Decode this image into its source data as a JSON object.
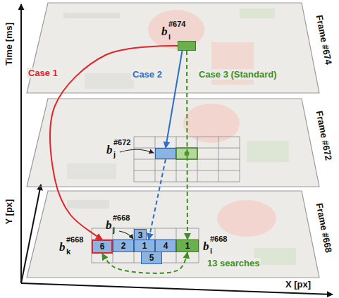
{
  "diagram": {
    "nodes": [
      {
        "text": [
          "Frame #674"
        ]
      },
      {
        "text": [
          "b",
          "i",
          "#674"
        ],
        "in": 0
      },
      {
        "text": [
          "Frame #672"
        ]
      },
      {
        "text": [
          "b",
          "j",
          "#672"
        ],
        "in": 2
      },
      {
        "text": [
          "Frame #668"
        ]
      },
      {
        "text": [
          "6"
        ],
        "in": 4
      },
      {
        "text": [
          "2"
        ],
        "in": 4
      },
      {
        "text": [
          "3"
        ],
        "in": 4
      },
      {
        "text": [
          "1"
        ],
        "in": 4
      },
      {
        "text": [
          "4"
        ],
        "in": 4
      },
      {
        "text": [
          "1"
        ],
        "in": 4
      },
      {
        "text": [
          "5"
        ],
        "in": 4
      }
    ],
    "edges": [
      {
        "from": 1,
        "to": 5,
        "arrow": "to",
        "label": "Case 1"
      },
      {
        "from": 1,
        "to": 3,
        "arrow": "to",
        "label": "Case 2"
      },
      {
        "from": 1,
        "to": 10,
        "arrow": "to",
        "label": "Case 3 (Standard)"
      },
      {
        "from": 3,
        "to": 8,
        "arrow": "to"
      },
      {
        "from": 10,
        "to": 5,
        "arrow": "both",
        "label": "13 searches"
      }
    ],
    "labels": [
      "Time [ms]",
      "Y [px]",
      "X [px]",
      "b",
      "k",
      "#668",
      "b",
      "j",
      "#668",
      "b",
      "i",
      "#668"
    ]
  }
}
